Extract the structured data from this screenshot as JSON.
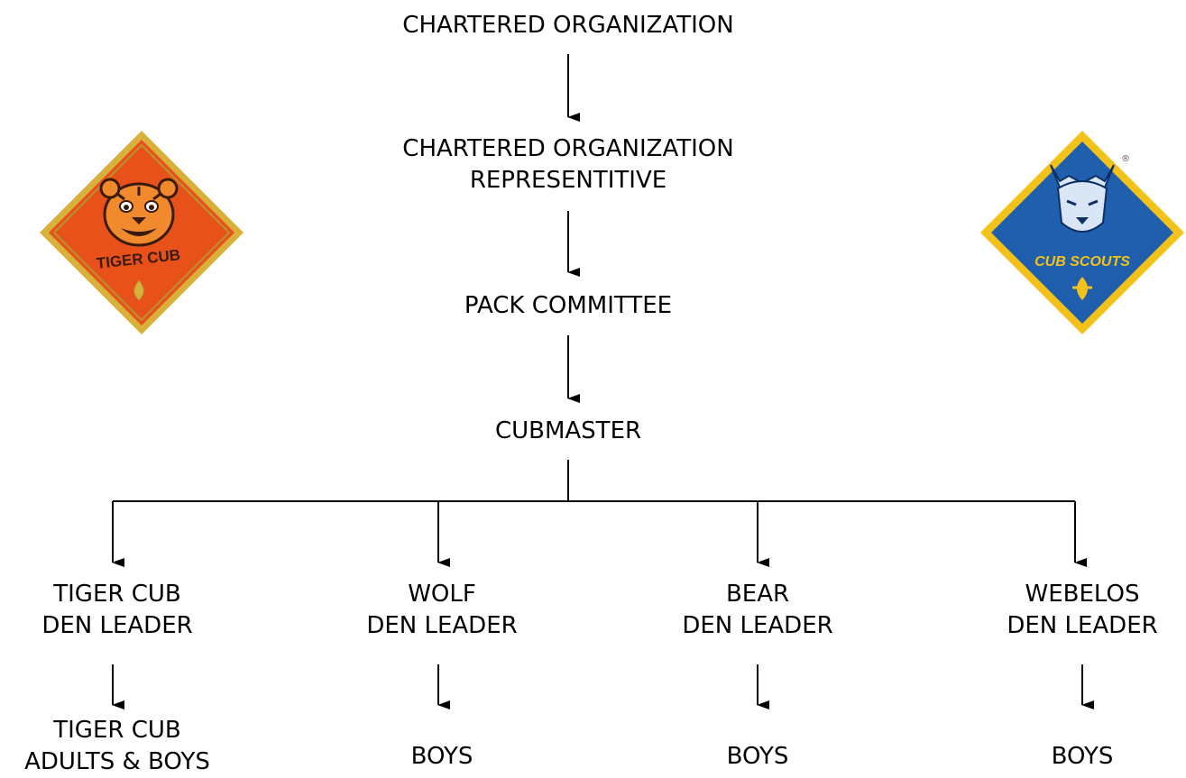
{
  "diagram": {
    "nodes": {
      "chartered_org": {
        "lines": [
          "CHARTERED ORGANIZATION"
        ]
      },
      "chartered_org_rep": {
        "lines": [
          "CHARTERED ORGANIZATION",
          "REPRESENTITIVE"
        ]
      },
      "pack_committee": {
        "lines": [
          "PACK COMMITTEE"
        ]
      },
      "cubmaster": {
        "lines": [
          "CUBMASTER"
        ]
      },
      "tiger_leader": {
        "lines": [
          "TIGER CUB",
          "DEN LEADER"
        ]
      },
      "wolf_leader": {
        "lines": [
          "WOLF",
          "DEN LEADER"
        ]
      },
      "bear_leader": {
        "lines": [
          "BEAR",
          "DEN LEADER"
        ]
      },
      "webelos_leader": {
        "lines": [
          "WEBELOS",
          "DEN LEADER"
        ]
      },
      "tiger_members": {
        "lines": [
          "TIGER CUB",
          "ADULTS & BOYS"
        ]
      },
      "wolf_members": {
        "lines": [
          "BOYS"
        ]
      },
      "bear_members": {
        "lines": [
          "BOYS"
        ]
      },
      "webelos_members": {
        "lines": [
          "BOYS"
        ]
      }
    }
  },
  "badges": {
    "left": {
      "text": "TIGER CUB",
      "icon": "tiger-cub-badge-icon",
      "colors": {
        "fill": "#e8521a",
        "border": "#d9b13a",
        "dark": "#3a1a0a"
      }
    },
    "right": {
      "text": "CUB SCOUTS",
      "icon": "cub-scouts-badge-icon",
      "mark": "®",
      "colors": {
        "fill": "#1f5fae",
        "border": "#f2c21b",
        "dark": "#0d2f63"
      }
    }
  },
  "colors": {
    "line": "#000000",
    "text": "#000000",
    "background": "#ffffff"
  }
}
